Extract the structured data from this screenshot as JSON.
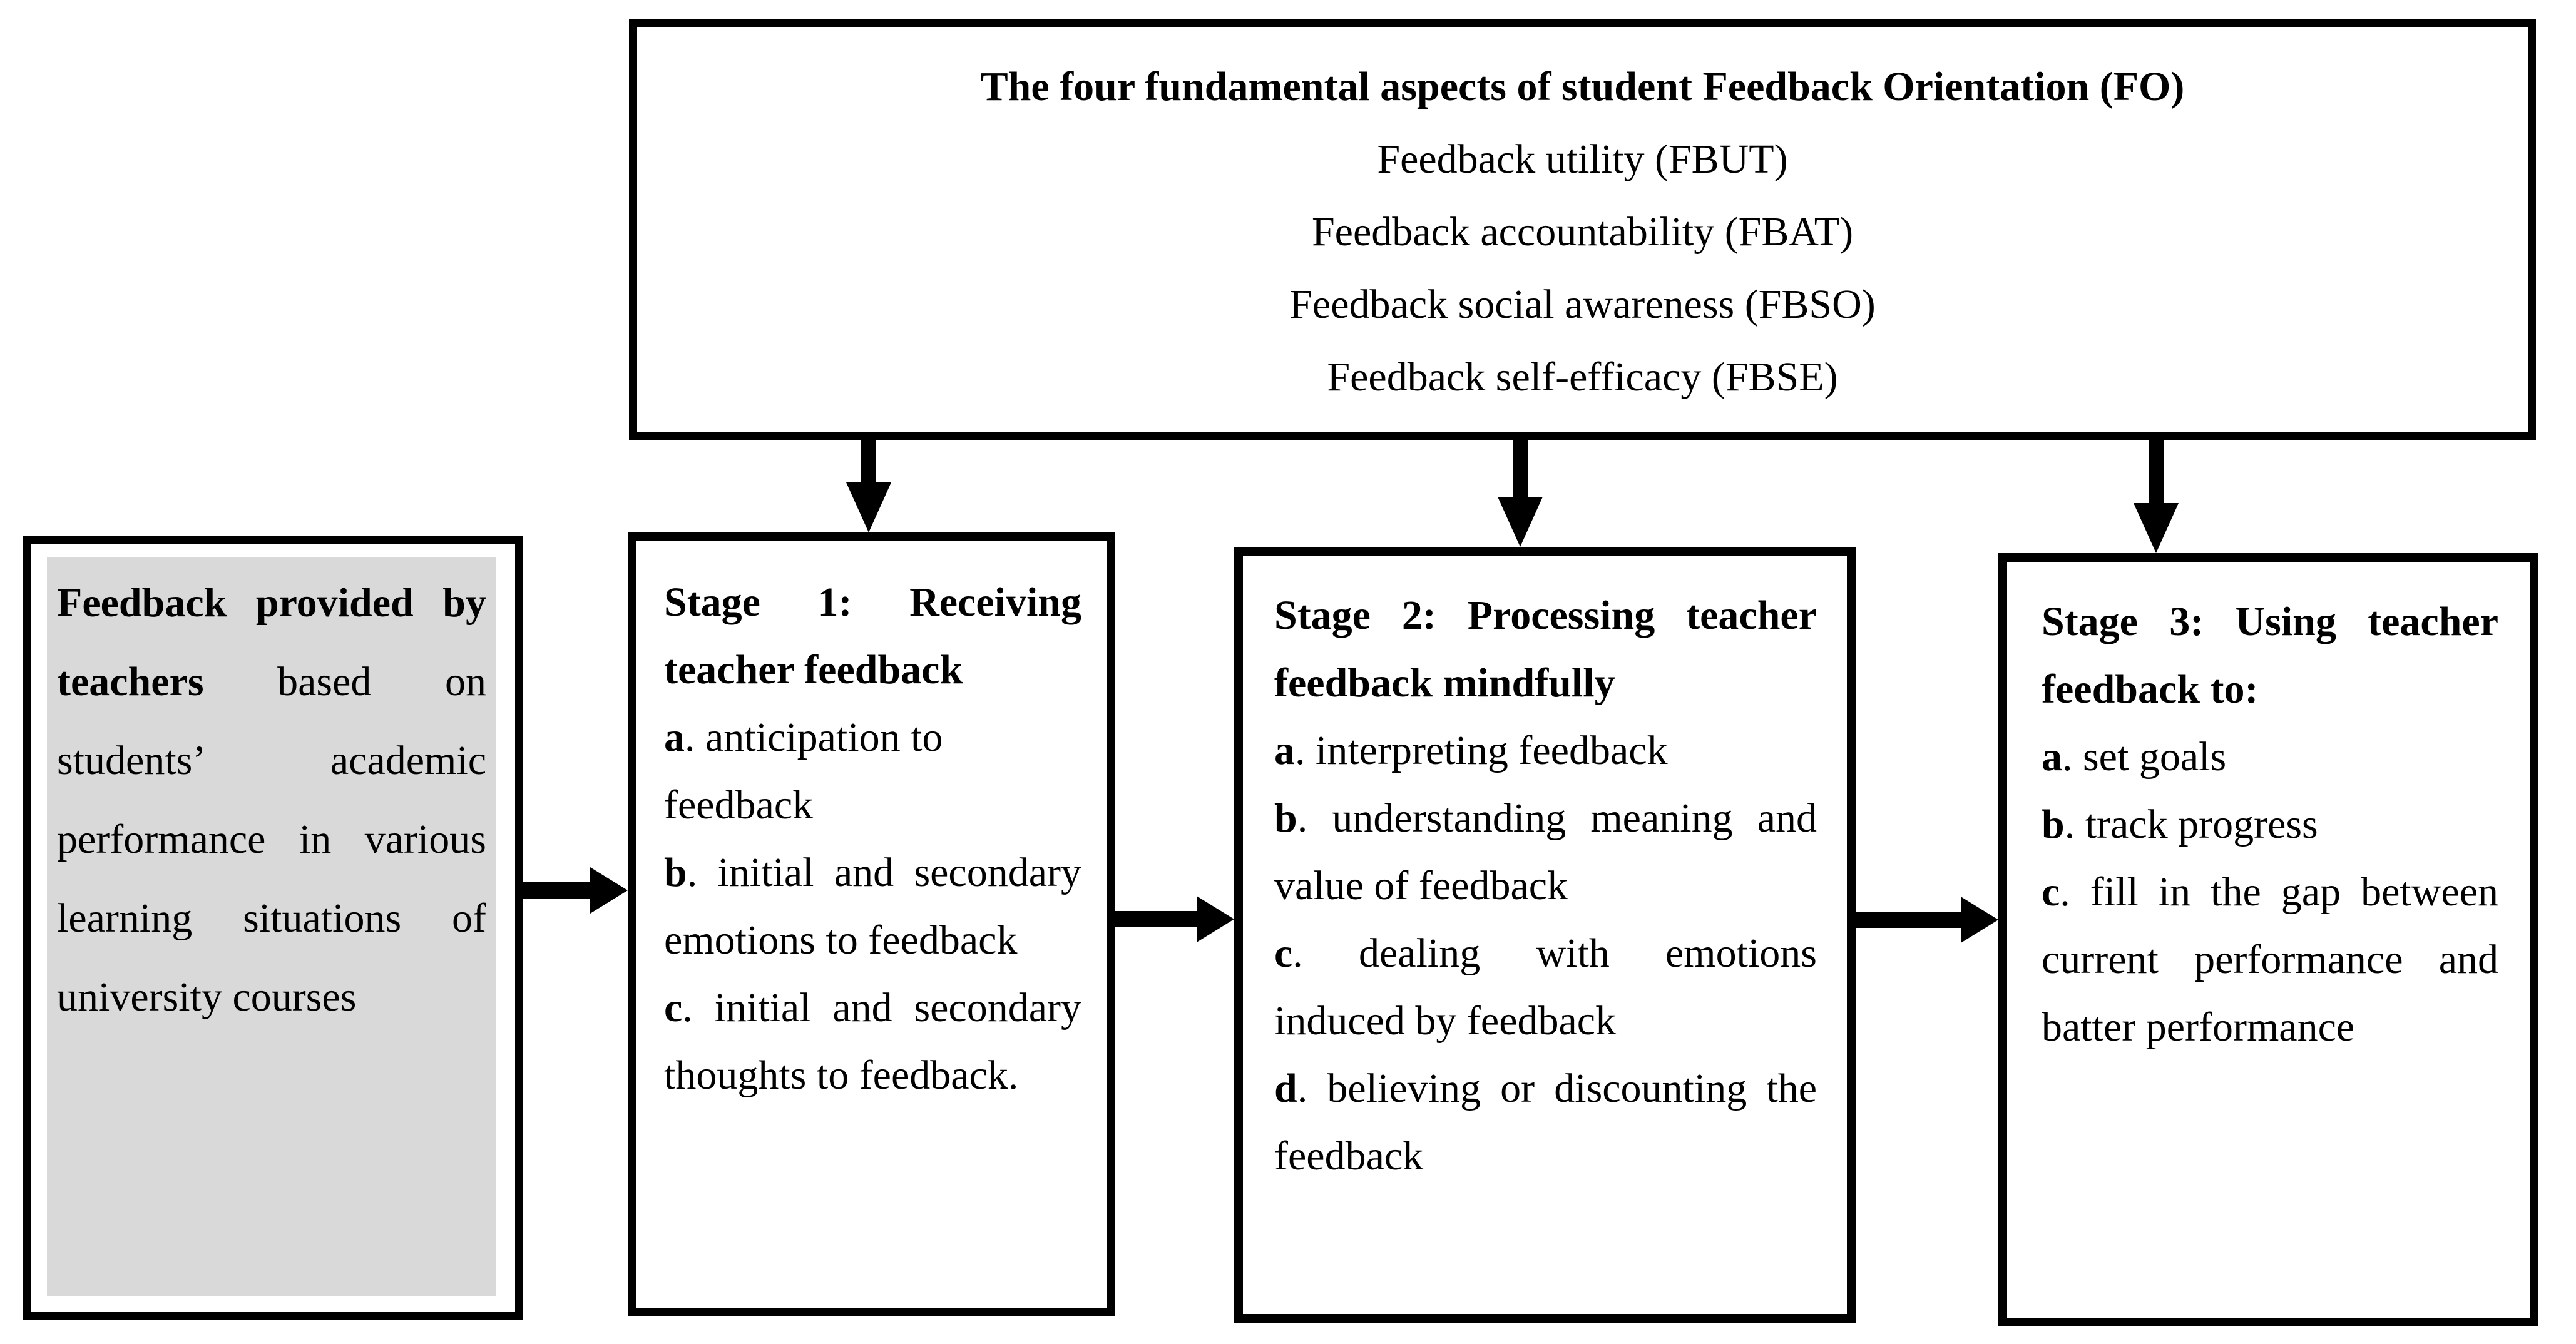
{
  "colors": {
    "ink": "#000000",
    "paper": "#ffffff",
    "source_shade": "#d9d9d9"
  },
  "top_box": {
    "title": "The four fundamental aspects of student Feedback Orientation (FO)",
    "items": [
      "Feedback utility (FBUT)",
      "Feedback accountability (FBAT)",
      "Feedback social awareness (FBSO)",
      "Feedback self-efficacy (FBSE)"
    ]
  },
  "source_box": {
    "full_text": "Feedback provided by teachers based on students’ academic performance in various learning situations of university courses",
    "lines": [
      {
        "b": "Feedback provided by",
        "t": ""
      },
      {
        "b": "teachers",
        "t": " based on"
      },
      {
        "b": "",
        "t": "students’ academic"
      },
      {
        "b": "",
        "t": "performance in various"
      },
      {
        "b": "",
        "t": "learning situations of"
      },
      {
        "b": "",
        "t": "university courses"
      }
    ]
  },
  "stages": [
    {
      "title": "Stage 1: Receiving teacher feedback",
      "title_lines": [
        "Stage 1: Receiving",
        "teacher feedback"
      ],
      "lines": [
        {
          "b": "a",
          "t": ". anticipation to"
        },
        {
          "b": "",
          "t": "feedback"
        },
        {
          "b": "b",
          "t": ". initial and secondary"
        },
        {
          "b": "",
          "t": "emotions to feedback"
        },
        {
          "b": "c",
          "t": ". initial and secondary"
        },
        {
          "b": "",
          "t": "thoughts to feedback."
        }
      ]
    },
    {
      "title": "Stage 2: Processing teacher feedback mindfully",
      "title_lines": [
        "Stage 2: Processing teacher",
        "feedback mindfully"
      ],
      "lines": [
        {
          "b": "a",
          "t": ". interpreting feedback"
        },
        {
          "b": "b",
          "t": ". understanding meaning and"
        },
        {
          "b": "",
          "t": "value of feedback"
        },
        {
          "b": "c",
          "t": ". dealing with emotions"
        },
        {
          "b": "",
          "t": "induced by feedback"
        },
        {
          "b": "d",
          "t": ". believing or discounting the"
        },
        {
          "b": "",
          "t": "feedback"
        }
      ]
    },
    {
      "title": "Stage 3: Using teacher feedback to:",
      "title_lines": [
        "Stage 3: Using teacher",
        "feedback to:"
      ],
      "lines": [
        {
          "b": "a",
          "t": ". set goals"
        },
        {
          "b": "b",
          "t": ". track progress"
        },
        {
          "b": "c",
          "t": ". fill in the gap between"
        },
        {
          "b": "",
          "t": "current performance and"
        },
        {
          "b": "",
          "t": "batter performance"
        }
      ]
    }
  ]
}
